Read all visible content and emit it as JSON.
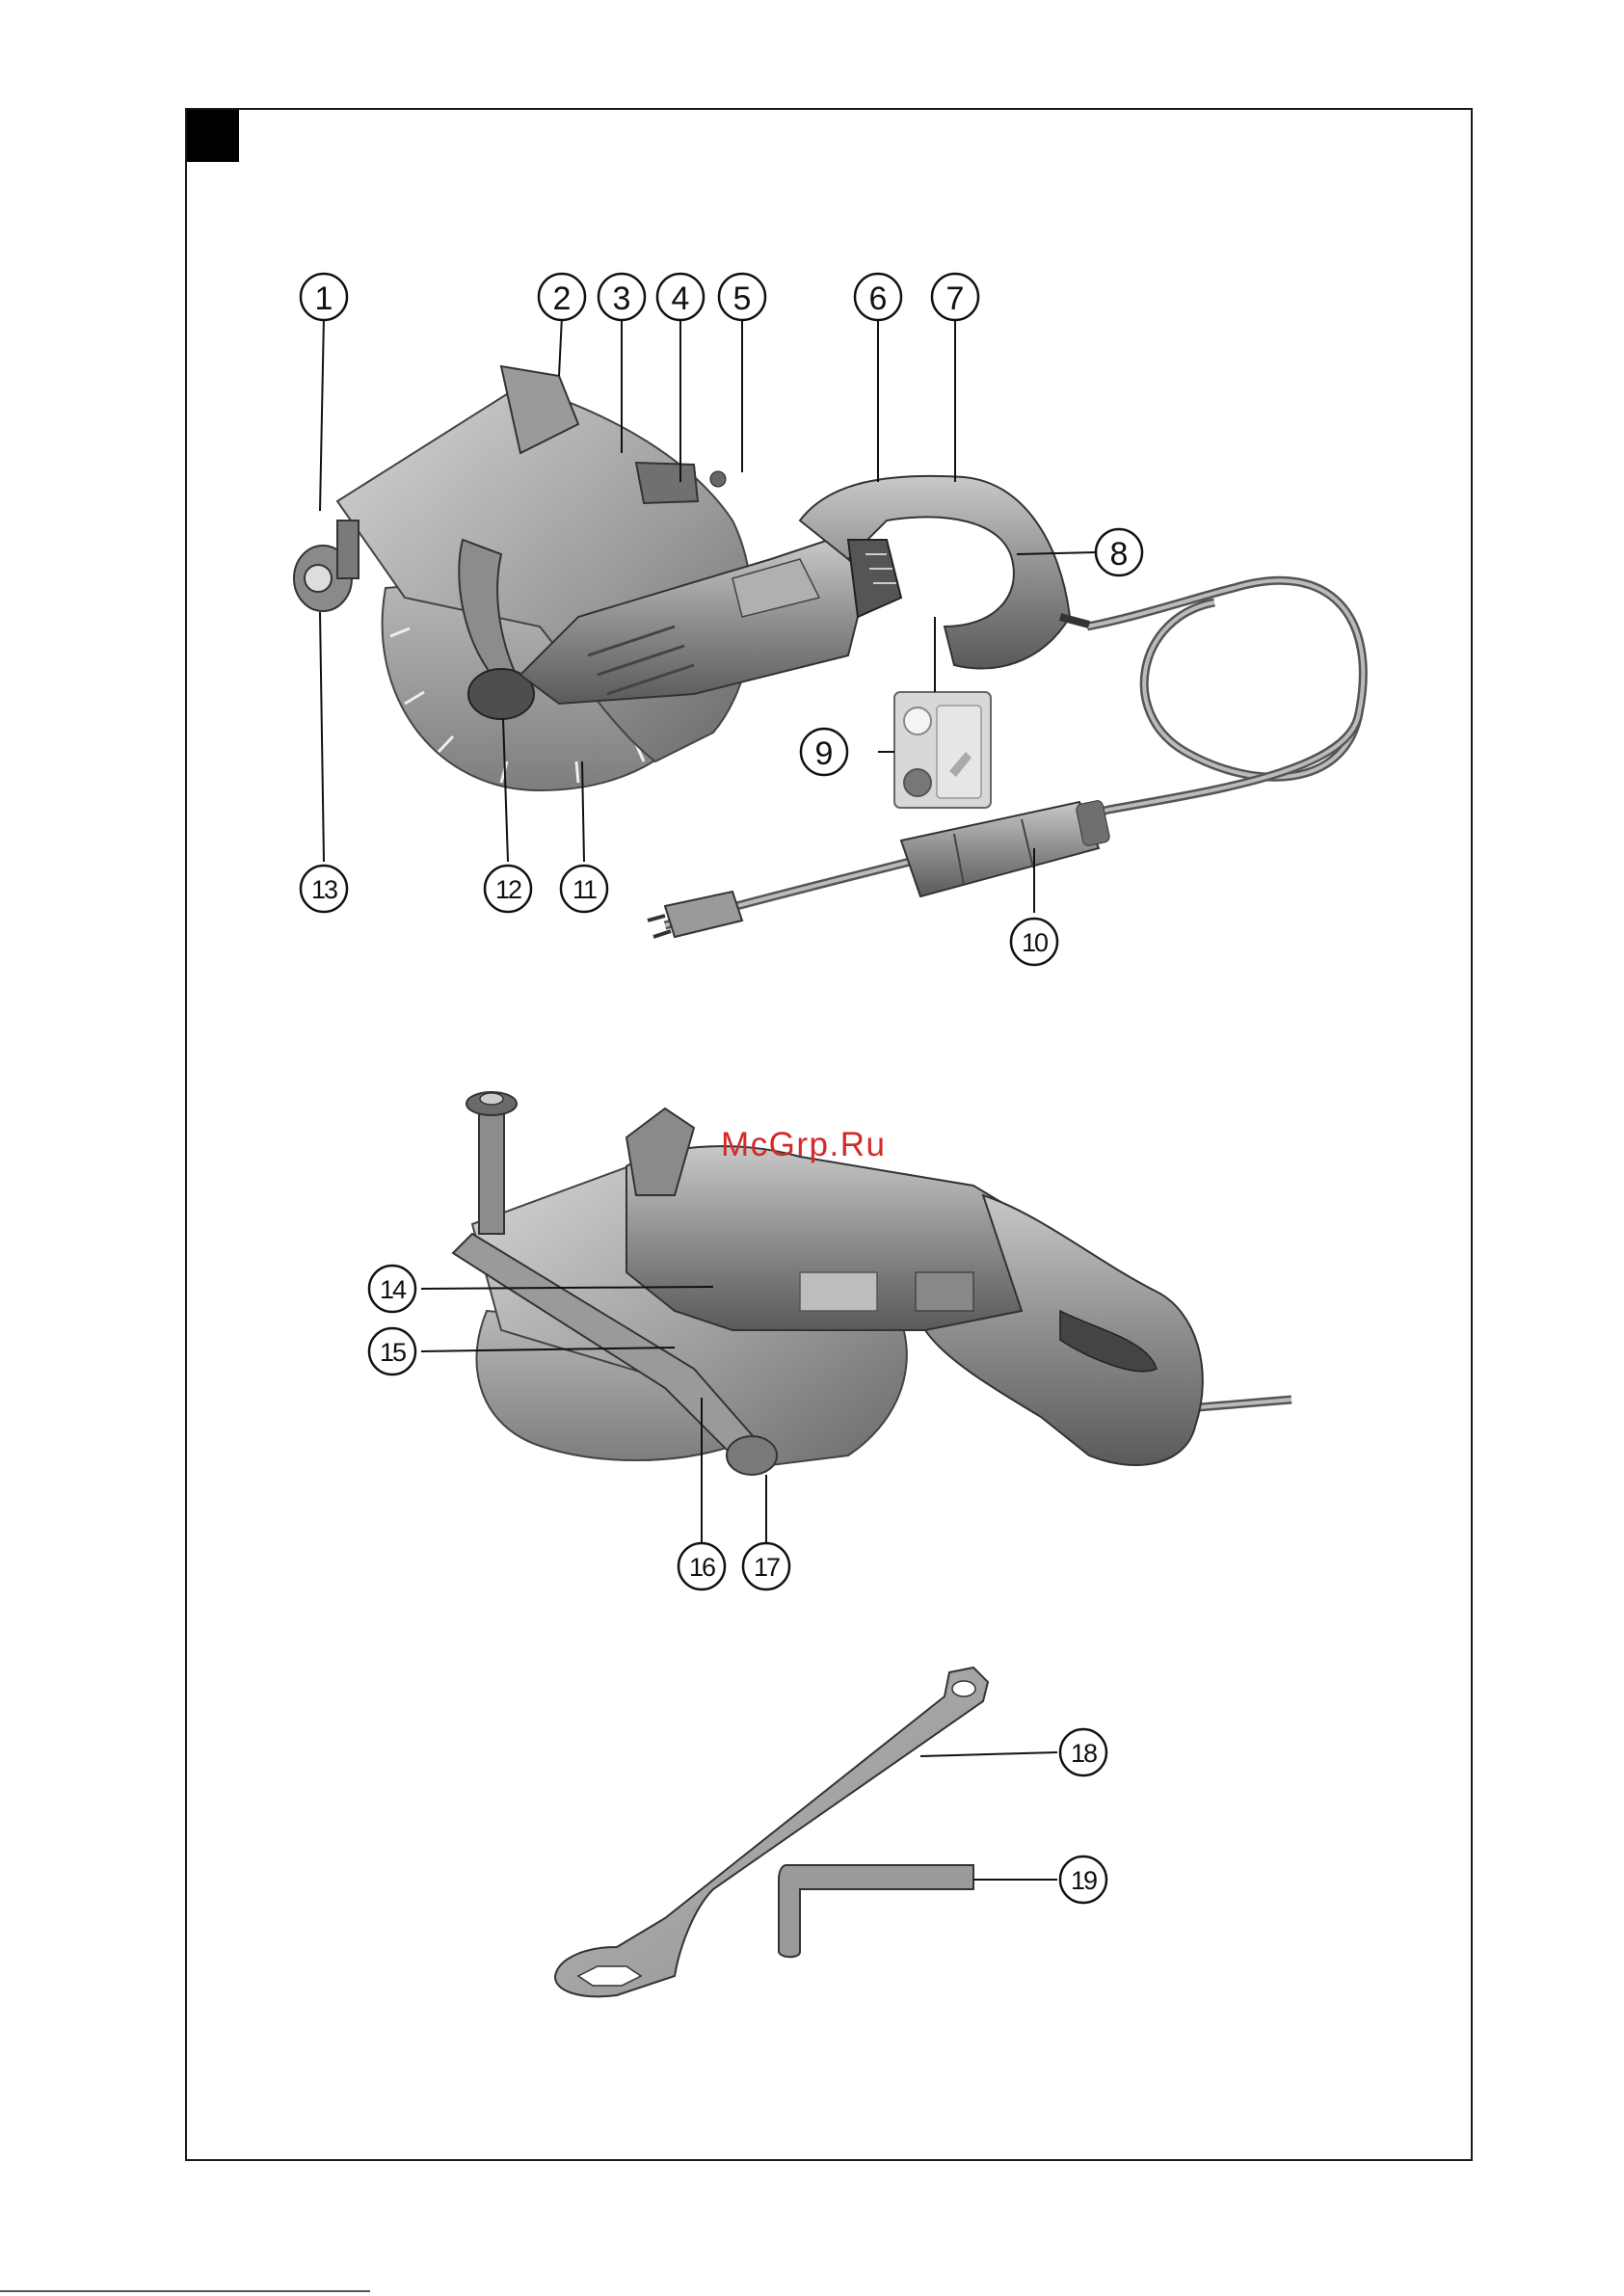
{
  "figure": {
    "callouts": [
      "1",
      "2",
      "3",
      "4",
      "5",
      "6",
      "7",
      "8",
      "9",
      "10",
      "11",
      "12",
      "13",
      "14",
      "15",
      "16",
      "17",
      "18",
      "19"
    ]
  },
  "watermark": {
    "text": "McGrp.Ru"
  },
  "colors": {
    "line": "#111111",
    "body": "#8c8c8c",
    "body_dark": "#5e5e5e",
    "body_light": "#c4c4c4",
    "blade": "#a9a9a9",
    "watermark": "#d42a2a"
  }
}
